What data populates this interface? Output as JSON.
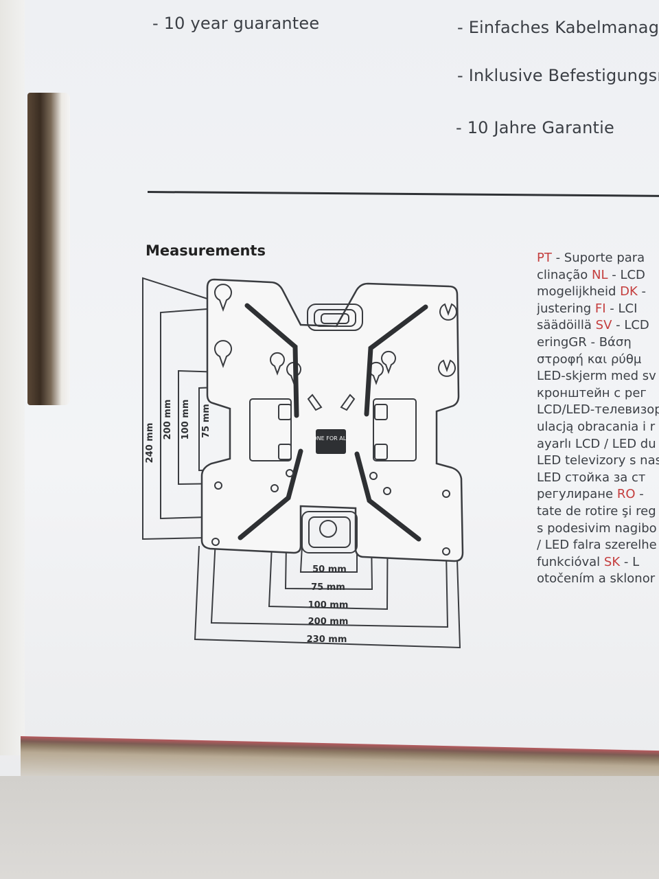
{
  "bullets": {
    "left_1": "- 10 year guarantee",
    "right_1": "- Einfaches Kabelmanage",
    "right_2": "- Inklusive Befestigungsn",
    "right_3": "- 10 Jahre Garantie"
  },
  "measurements_title": "Measurements",
  "diagram": {
    "vertical_labels": [
      "240 mm",
      "200 mm",
      "100 mm",
      "75 mm"
    ],
    "horizontal_labels": [
      "50 mm",
      "75 mm",
      "100 mm",
      "200 mm",
      "230 mm"
    ],
    "logo_text": "ONE FOR ALL"
  },
  "languages_text": [
    [
      {
        "t": "PT",
        "red": true
      },
      {
        "t": " - Suporte para"
      }
    ],
    [
      {
        "t": "clinação "
      },
      {
        "t": "NL",
        "red": true
      },
      {
        "t": " - LCD"
      }
    ],
    [
      {
        "t": "mogelijkheid "
      },
      {
        "t": "DK",
        "red": true
      },
      {
        "t": " -"
      }
    ],
    [
      {
        "t": "justering "
      },
      {
        "t": "FI",
        "red": true
      },
      {
        "t": " - LCI"
      }
    ],
    [
      {
        "t": "säädöillä "
      },
      {
        "t": "SV",
        "red": true
      },
      {
        "t": " - LCD"
      }
    ],
    [
      {
        "t": "eringGR - Βάση"
      }
    ],
    [
      {
        "t": "στροφή και ρύθμ"
      }
    ],
    [
      {
        "t": "LED-skjerm med sv"
      }
    ],
    [
      {
        "t": "кронштейн с рег"
      }
    ],
    [
      {
        "t": "LCD/LED-телевизор"
      }
    ],
    [
      {
        "t": "ulacją obracania i r"
      }
    ],
    [
      {
        "t": "ayarlı LCD / LED du"
      }
    ],
    [
      {
        "t": "LED televizory s nas"
      }
    ],
    [
      {
        "t": "LED стойка за ст"
      }
    ],
    [
      {
        "t": "регулиране "
      },
      {
        "t": "RO",
        "red": true
      },
      {
        "t": " - "
      }
    ],
    [
      {
        "t": "tate de rotire şi reg"
      }
    ],
    [
      {
        "t": "s podesivim nagibo"
      }
    ],
    [
      {
        "t": "/ LED falra szerelhe"
      }
    ],
    [
      {
        "t": "funkcióval "
      },
      {
        "t": "SK",
        "red": true
      },
      {
        "t": " - L"
      }
    ],
    [
      {
        "t": "otočením a sklonor"
      }
    ]
  ],
  "colors": {
    "accent_red": "#c43d3d",
    "text_gray": "#3b3f45",
    "box_white": "#f1f2f4"
  }
}
